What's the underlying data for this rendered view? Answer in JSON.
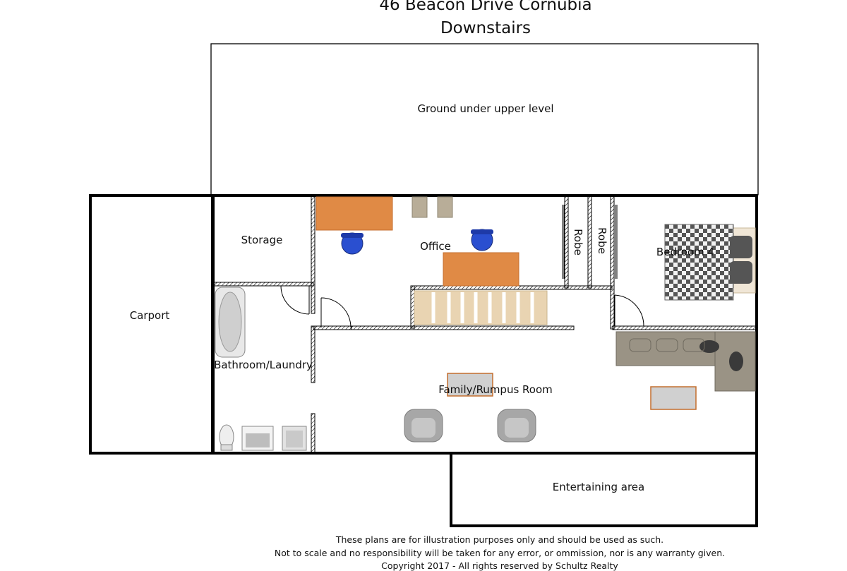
{
  "title": {
    "address": "46 Beacon Drive Cornubia",
    "level": "Downstairs"
  },
  "rooms": {
    "ground": "Ground under upper level",
    "carport": "Carport",
    "storage": "Storage",
    "office": "Office",
    "robe1": "Robe",
    "robe2": "Robe",
    "bedroom4": "Bedroom 4",
    "bathroom": "Bathroom/Laundry",
    "family": "Family/Rumpus Room",
    "entertaining": "Entertaining area"
  },
  "disclaimer": {
    "line1": "These plans are for illustration purposes only and should be used as such.",
    "line2": "Not to scale and no responsibility will be taken for any error, or ommission, nor is any warranty given.",
    "line3": "Copyright 2017 - All rights reserved by Schultz Realty"
  },
  "colors": {
    "wall": "#000000",
    "desk": "#e08a45",
    "chair": "#2a4fd0",
    "stool": "#b8ad98",
    "sofa": "#9a9385",
    "stairs": "#e9d4b2",
    "checker": "#555555"
  }
}
